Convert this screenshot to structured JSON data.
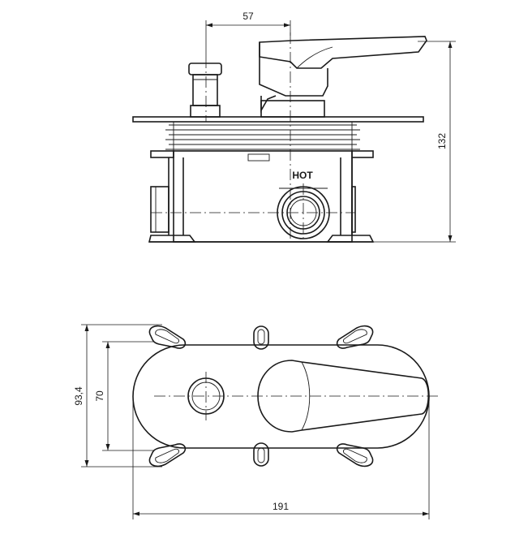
{
  "dimensions": {
    "handle_offset": "57",
    "total_height": "132",
    "outer_width": "93,4",
    "inner_width": "70",
    "total_length": "191"
  },
  "labels": {
    "hot": "HOT"
  }
}
